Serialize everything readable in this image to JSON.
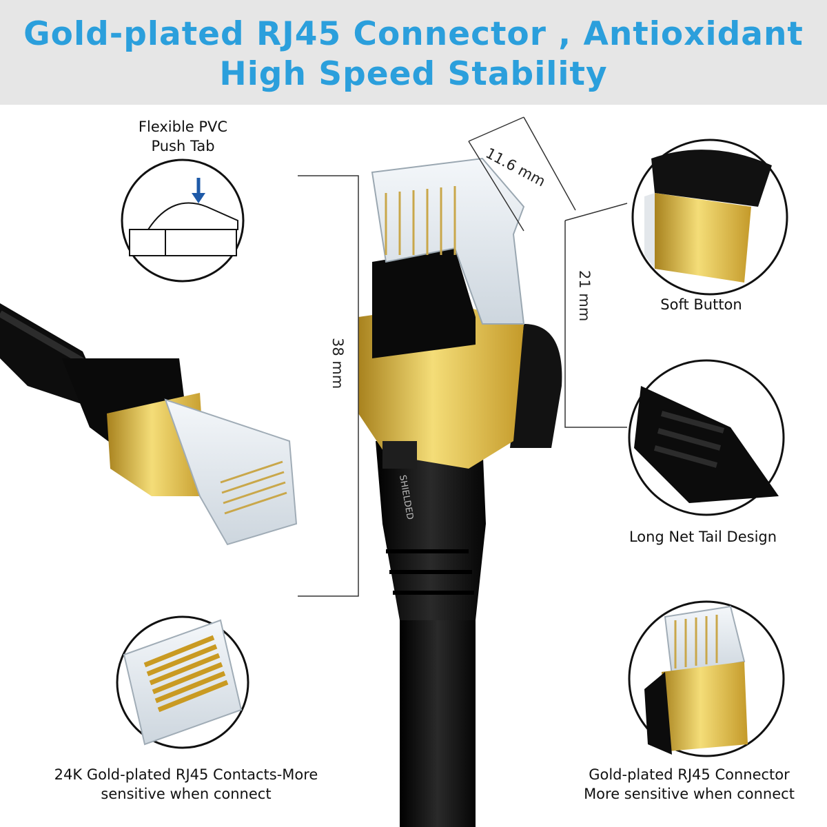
{
  "header": {
    "line1": "Gold-plated RJ45 Connector , Antioxidant",
    "line2": "High Speed Stability"
  },
  "callouts": {
    "push_tab": {
      "line1": "Flexible PVC",
      "line2": "Push Tab"
    },
    "soft_button": "Soft Button",
    "net_tail": "Long Net Tail Design",
    "contacts": {
      "line1": "24K Gold-plated RJ45 Contacts-More",
      "line2": "sensitive when connect"
    },
    "connector": {
      "line1": "Gold-plated RJ45 Connector",
      "line2": "More sensitive when connect"
    }
  },
  "dimensions": {
    "width": "11.6 mm",
    "height": "21 mm",
    "length": "38 mm"
  },
  "colors": {
    "title_blue": "#2b9fdc",
    "gold": "#d9b63a",
    "cable_black": "#111111",
    "header_bg": "#e6e6e6"
  }
}
